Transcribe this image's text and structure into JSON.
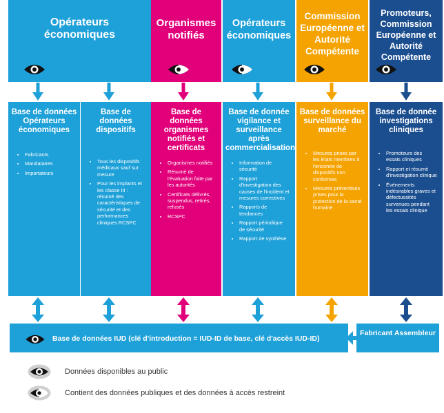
{
  "colors": {
    "blue": "#1ea0d8",
    "magenta": "#e2007a",
    "orange": "#f5a300",
    "navy": "#1b4e8f"
  },
  "headers": [
    {
      "title": "Opérateurs économiques",
      "access": "public",
      "color": "#1ea0d8"
    },
    {
      "title": "Organismes notifiés",
      "access": "mixed",
      "color": "#e2007a"
    },
    {
      "title": "Opérateurs économiques",
      "access": "mixed",
      "color": "#1ea0d8"
    },
    {
      "title": "Commission Européenne et Autorité Compétente",
      "access": "public",
      "color": "#f5a300"
    },
    {
      "title": "Promoteurs, Commission Européenne et Autorité Compétente",
      "access": "public",
      "color": "#1b4e8f"
    }
  ],
  "databases": [
    {
      "title": "Base de données Opérateurs économiques",
      "items": [
        "Fabricants",
        "Mandataires",
        "Importateurs"
      ]
    },
    {
      "title": "Base de données dispositifs",
      "items": [
        "Tous les dispositifs médicaux sauf sur mesure",
        "Pour les implants et les classe III : résumé des caractéristiques de sécurité et des performances cliniques RCSPC"
      ]
    },
    {
      "title": "Base de données organismes notifiés et certificats",
      "items": [
        "Organismes notifiés",
        "Résumé de l'évaluation faite par les autorités",
        "Certificats délivrés, suspendus, retirés, refusés",
        "RCSPC"
      ]
    },
    {
      "title": "Base de donnée vigilance et surveillance après commercialisation",
      "items": [
        "Information de sécurité",
        "Rapport d'investigation des causes de l'incident et mesures correctives",
        "Rapports de tendances",
        "Rapport périodique de sécurité",
        "Rapport de synthèse"
      ]
    },
    {
      "title": "Base de données surveillance du marché",
      "items": [
        "Mesures prises par les Etats membres à l'encontre de dispositifs non conformes",
        "Mesures préventives prises pour la protection de la santé humaine"
      ]
    },
    {
      "title": "Base de donnée investigations cliniques",
      "items": [
        "Promoteurs des essais cliniques",
        "Rapport et résumé d'investigation clinique",
        "Événements indésirables graves et défectuosités survenues pendant les essais clinique"
      ]
    }
  ],
  "iud": {
    "title": "Base de données IUD (clé d'introduction = IUD-ID de base, clé d'accès IUD-ID)"
  },
  "fabricant": {
    "label": "Fabricant Assembleur"
  },
  "legend": [
    {
      "icon": "public-eye-icon",
      "text": "Données disponibles au public"
    },
    {
      "icon": "restricted-eye-icon",
      "text": "Contient des données publiques et des données à accès restreint"
    }
  ]
}
